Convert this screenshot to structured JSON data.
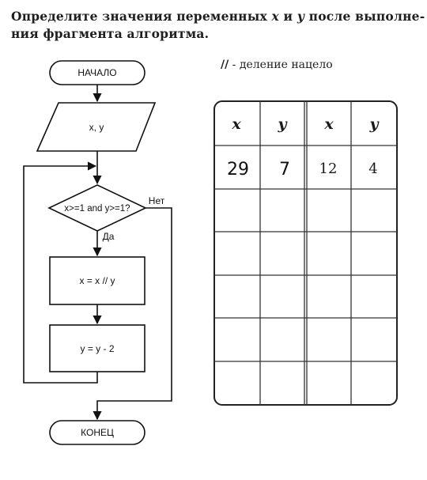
{
  "task": {
    "line1_a": "Определите значения переменных ",
    "var_x": "x",
    "line1_b": " и ",
    "var_y": "y",
    "line1_c": " после выполне-",
    "line2": "ния фрагмента алгоритма."
  },
  "note": {
    "op": "//",
    "text": " - деление нацело"
  },
  "flowchart": {
    "start": "НАЧАЛО",
    "input": "x, y",
    "condition": "x>=1 and y>=1?",
    "yes_label": "Да",
    "no_label": "Нет",
    "step1": "x = x // y",
    "step2": "y = y - 2",
    "end": "КОНЕЦ"
  },
  "table": {
    "headers": [
      "x",
      "y",
      "x",
      "y"
    ],
    "rows": [
      [
        "29",
        "7",
        "12",
        "4"
      ],
      [
        "",
        "",
        "",
        ""
      ],
      [
        "",
        "",
        "",
        ""
      ],
      [
        "",
        "",
        "",
        ""
      ],
      [
        "",
        "",
        "",
        ""
      ],
      [
        "",
        "",
        "",
        ""
      ]
    ]
  }
}
